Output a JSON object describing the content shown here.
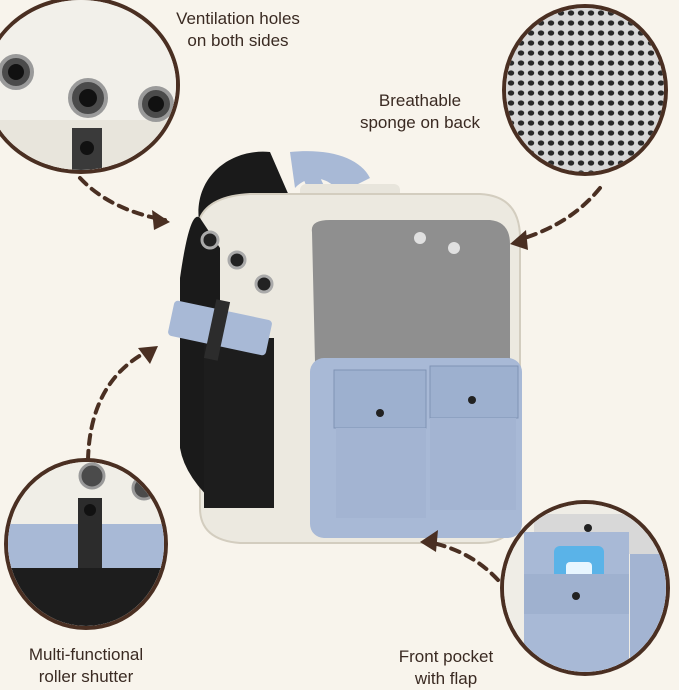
{
  "features": [
    {
      "id": "ventilation",
      "label": "Ventilation holes\non both sides"
    },
    {
      "id": "sponge",
      "label": "Breathable\nsponge on back"
    },
    {
      "id": "shutter",
      "label": "Multi-functional\nroller shutter"
    },
    {
      "id": "pocket",
      "label": "Front pocket\nwith flap"
    }
  ],
  "colors": {
    "background": "#f8f4ec",
    "accent_blue": "#a8b9d6",
    "cream": "#ece9e0",
    "circle_border": "#4a2f22",
    "arrow": "#4a2f22"
  }
}
